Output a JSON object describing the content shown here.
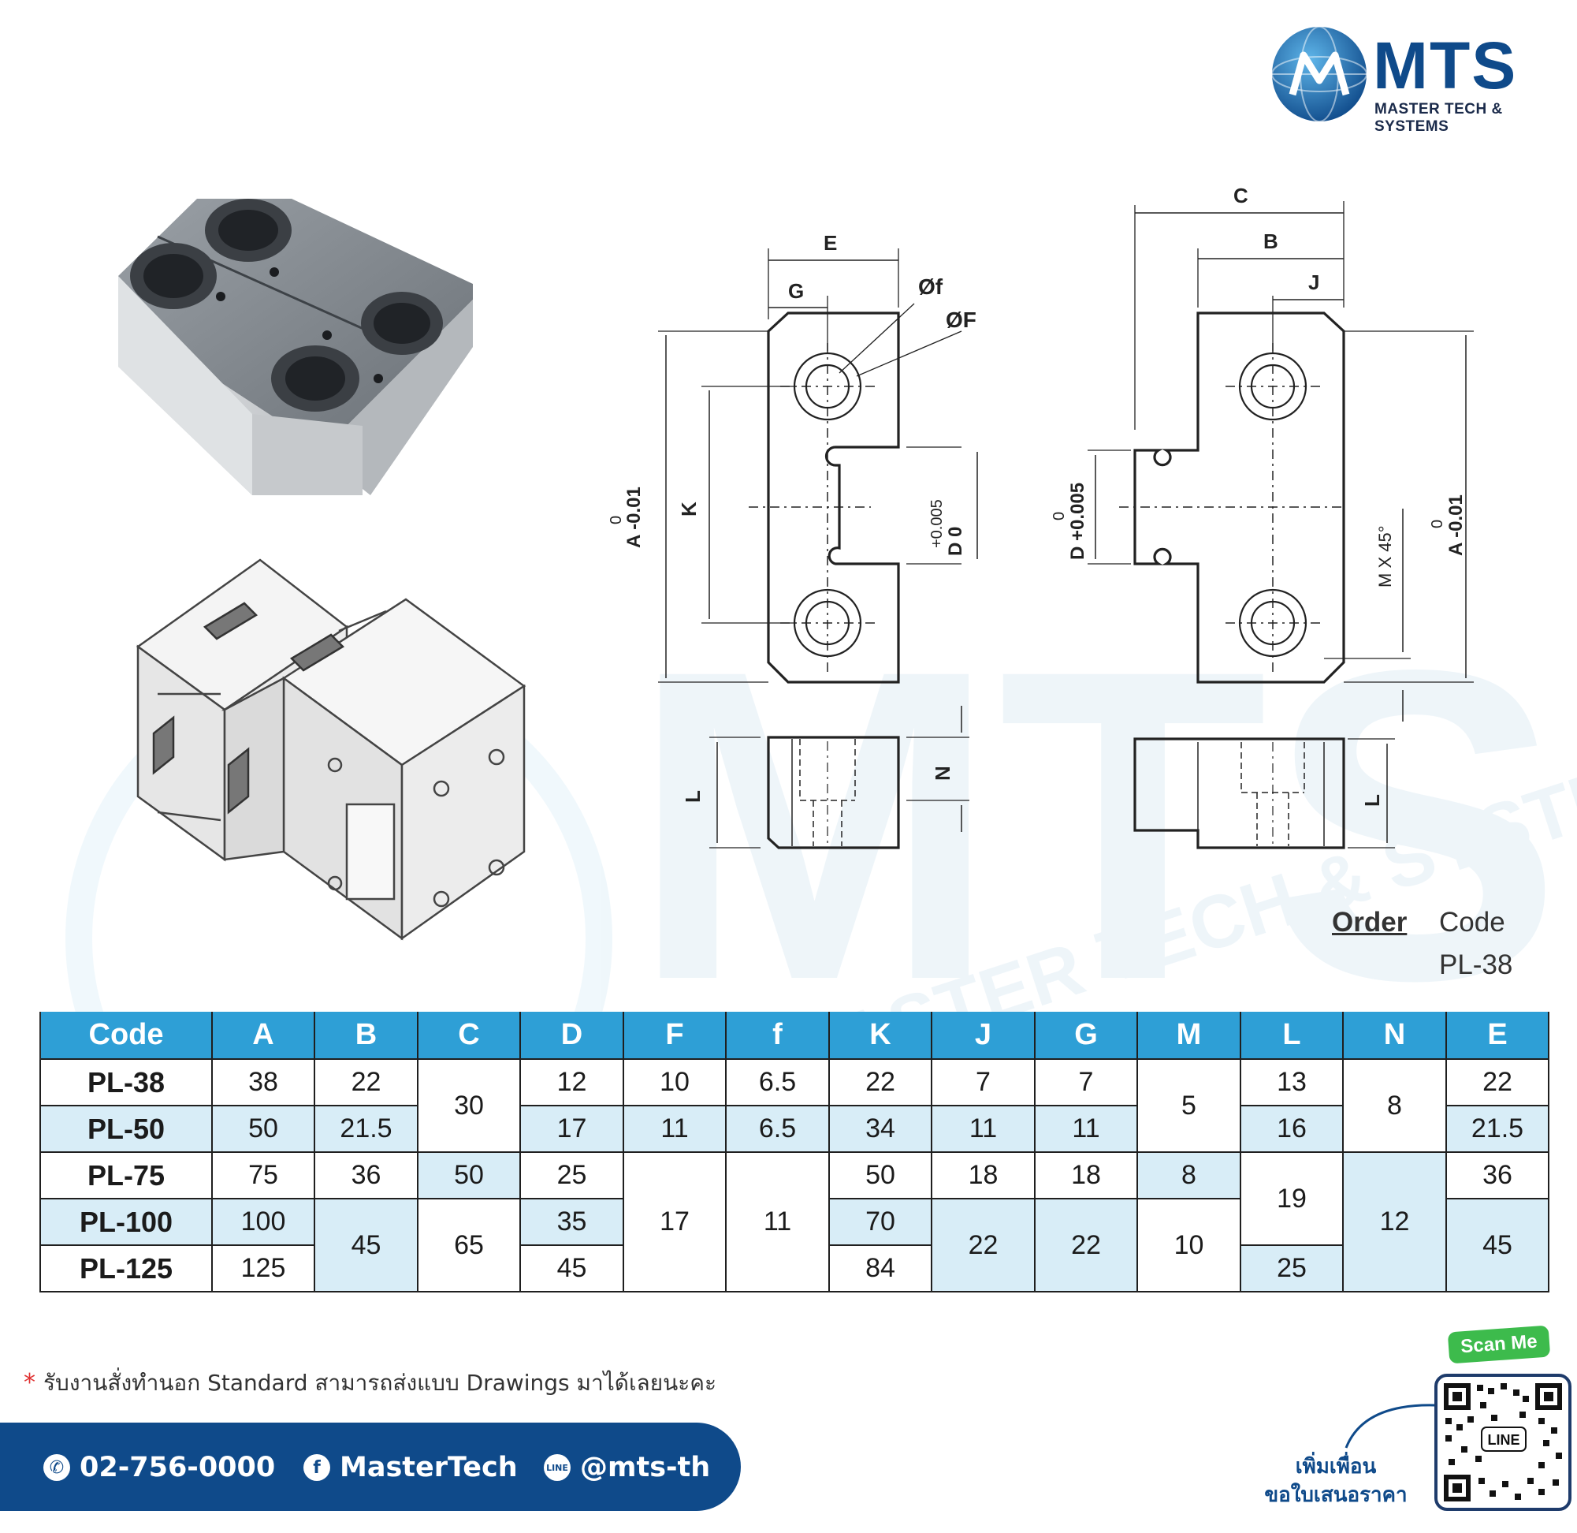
{
  "brand": {
    "name": "MTS",
    "tagline": "MASTER TECH & SYSTEMS",
    "watermark_text": "MTS",
    "watermark_sub": "MASTER TECH & SYSTEMS",
    "colors": {
      "primary": "#0f4a8a",
      "accent": "#2e9fd6",
      "light_cell": "#d8edf7",
      "scan_green": "#3dbb4c",
      "star_red": "#e03030"
    }
  },
  "drawing": {
    "top_view_labels": {
      "E": "E",
      "G": "G",
      "f": "Øf",
      "F": "ØF",
      "K": "K",
      "A": "A -0.01",
      "A_tol": "0",
      "D": "D 0",
      "D_tol": "+0.005"
    },
    "right_view_labels": {
      "C": "C",
      "B": "B",
      "J": "J",
      "D": "D +0.005",
      "D_tol": "0",
      "M": "M X 45°",
      "A": "A -0.01",
      "A_tol": "0"
    },
    "side_view_labels": {
      "L": "L",
      "N": "N",
      "L2": "L"
    }
  },
  "order": {
    "label": "Order",
    "code_label": "Code",
    "code_value": "PL-38"
  },
  "table": {
    "headers": [
      "Code",
      "A",
      "B",
      "C",
      "D",
      "F",
      "f",
      "K",
      "J",
      "G",
      "M",
      "L",
      "N",
      "E"
    ],
    "rows": [
      {
        "code": "PL-38",
        "A": "38",
        "B": "22",
        "C": "30",
        "D": "12",
        "F": "10",
        "f": "6.5",
        "K": "22",
        "J": "7",
        "G": "7",
        "M": "5",
        "L": "13",
        "N": "8",
        "E": "22"
      },
      {
        "code": "PL-50",
        "A": "50",
        "B": "21.5",
        "D": "17",
        "F": "11",
        "f": "6.5",
        "K": "34",
        "J": "11",
        "G": "11",
        "L": "16",
        "E": "21.5"
      },
      {
        "code": "PL-75",
        "A": "75",
        "B": "36",
        "C": "50",
        "D": "25",
        "F": "17",
        "f": "11",
        "K": "50",
        "J": "18",
        "G": "18",
        "M": "8",
        "L": "19",
        "N": "12",
        "E": "36"
      },
      {
        "code": "PL-100",
        "A": "100",
        "B": "45",
        "C": "65",
        "D": "35",
        "K": "70",
        "J": "22",
        "G": "22",
        "M": "10",
        "E": "45"
      },
      {
        "code": "PL-125",
        "A": "125",
        "D": "45",
        "K": "84",
        "L": "25"
      }
    ]
  },
  "note": {
    "star": "*",
    "text": "รับงานสั่งทำนอก Standard สามารถส่งแบบ Drawings มาได้เลยนะคะ"
  },
  "footer": {
    "phone": "02-756-0000",
    "facebook": "MasterTech",
    "line": "@mts-th",
    "scan_me": "Scan Me",
    "qr_label": "LINE",
    "add_friend_1": "เพิ่มเพื่อน",
    "add_friend_2": "ขอใบเสนอราคา"
  }
}
